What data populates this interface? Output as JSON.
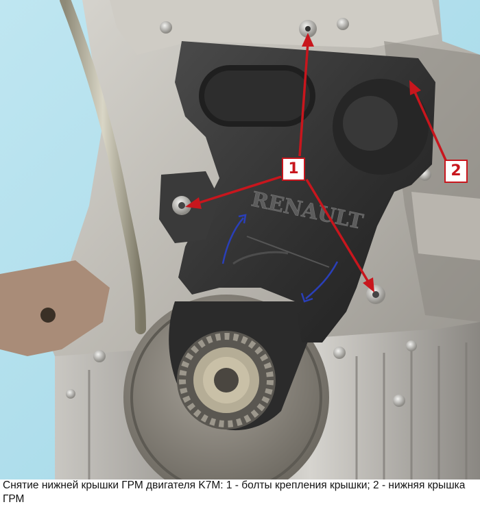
{
  "callouts": [
    {
      "label": "1"
    },
    {
      "label": "2"
    }
  ],
  "brand_logo_text": "RENAULT",
  "caption": "Снятие нижней крышки ГРМ двигателя K7M: 1 - болты крепления крышки; 2 - нижняя крышка ГРМ",
  "colors": {
    "callout_red": "#c8161d",
    "rotation_arrow_blue": "#2a3fb8",
    "background_sky": "#a9dcea"
  },
  "icons": [
    "rotation-arrow-icon"
  ]
}
